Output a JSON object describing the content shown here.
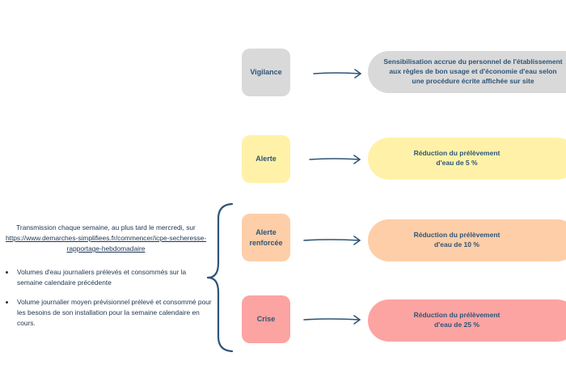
{
  "levels": [
    {
      "label": "Vigilance",
      "color": "#d9d9d9",
      "result": "Sensibilisation accrue du personnel de l'établissement\naux règles de bon usage et d'économie d'eau selon\nune procédure écrite affichée sur site"
    },
    {
      "label": "Alerte",
      "color": "#fff2a8",
      "result": "Réduction du prélèvement\nd'eau de 5 %"
    },
    {
      "label": "Alerte\nrenforcée",
      "color": "#fdcea8",
      "result": "Réduction du prélèvement\nd'eau de 10 %"
    },
    {
      "label": "Crise",
      "color": "#fca4a2",
      "result": "Réduction du prélèvement\nd'eau de 25 %"
    }
  ],
  "transmission": {
    "intro": "Transmission chaque semaine, au plus tard le mercredi, sur",
    "link": "https://www.demarches-simplifiees.fr/commencer/icpe-secheresse-rapportage-hebdomadaire",
    "bullets": [
      "Volumes d'eau journaliers prélevés et consommés sur la semaine calendaire précédente",
      "Volume journalier moyen prévisionnel prélevé et consommé pour les besoins de son installation pour la semaine calendaire en cours."
    ]
  },
  "colors": {
    "text": "#2e5477",
    "arrow": "#2e5477"
  }
}
